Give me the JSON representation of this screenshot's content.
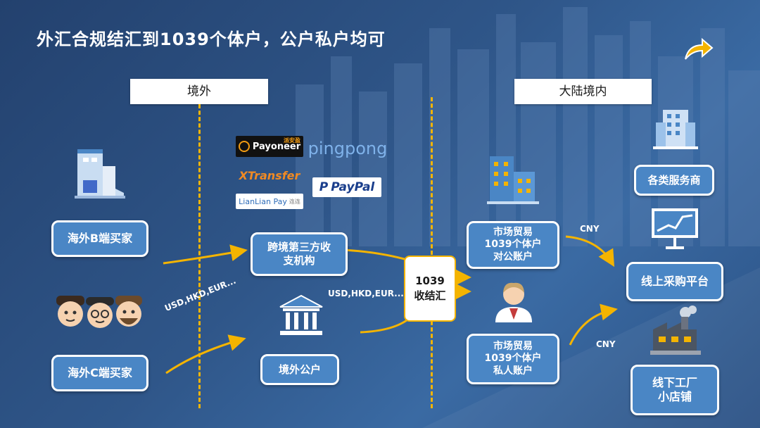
{
  "title": "外汇合规结汇到1039个体户，公户私户均可",
  "regions": {
    "overseas": "境外",
    "domestic": "大陆境内"
  },
  "nodes": {
    "b_buyer": "海外B端买家",
    "c_buyer": "海外C端买家",
    "third_party": "跨境第三方收支机构",
    "overseas_account": "境外公户",
    "hub": "1039 收结汇",
    "corp_account": "市场贸易 1039个体户 对公账户",
    "private_account": "市场贸易 1039个体户 私人账户",
    "service": "各类服务商",
    "platform": "线上采购平台",
    "factory": "线下工厂 小店铺"
  },
  "labels": {
    "currency_left": "USD,HKD,EUR...",
    "currency_mid": "USD,HKD,EUR...",
    "cny_top": "CNY",
    "cny_bottom": "CNY"
  },
  "logos": {
    "payoneer": "Payoneer",
    "payoneer_badge": "派安盈",
    "pingpong": "pingpong",
    "xtransfer": "XTransfer",
    "paypal": "PayPal",
    "lianlian": "LianLian Pay",
    "lianlian_badge": "连连"
  },
  "icons": {
    "next": "curved-arrow-icon",
    "b_buyer": "building-icon",
    "c_buyer": "people-icon",
    "bank": "bank-icon",
    "corp": "office-building-icon",
    "person": "businessman-icon",
    "service": "office-tower-icon",
    "platform": "trend-board-icon",
    "factory": "factory-icon"
  },
  "colors": {
    "accent": "#f4b400",
    "node_fill": "#4a86c5",
    "background": "#2f5689"
  }
}
